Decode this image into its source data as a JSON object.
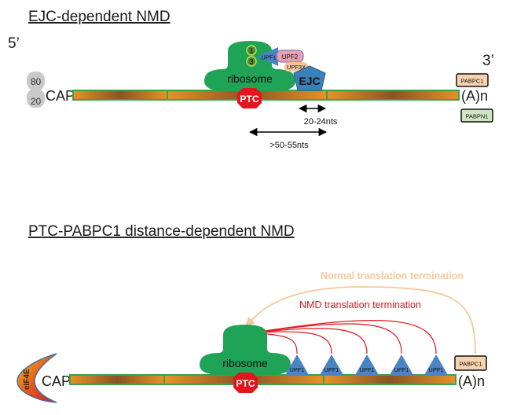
{
  "panel1": {
    "title": "EJC-dependent NMD",
    "five_prime": "5’",
    "three_prime": "3’",
    "cbc_80": "80",
    "cbc_20": "20",
    "cap": "CAP",
    "ribosome": "ribosome",
    "ptc": "PTC",
    "upf1": "UPF1",
    "upf2": "UPF2",
    "upf3x": "UPF3X",
    "eif_1": "1",
    "eif_3": "3",
    "ejc": "EJC",
    "poly_a": "(A)n",
    "pabpc1": "PABPC1",
    "pabpn1": "PABPN1",
    "distance_short": "20-24nts",
    "distance_long": ">50-55nts"
  },
  "panel2": {
    "title": "PTC-PABPC1 distance-dependent NMD",
    "normal_termination": "Normal translation termination",
    "nmd_termination": "NMD translation termination",
    "eif4e": "eIF4E",
    "cap": "CAP",
    "ribosome": "ribosome",
    "ptc": "PTC",
    "upf1_labels": [
      "UPF1",
      "UPF1",
      "UPF1",
      "UPF1",
      "UPF1"
    ],
    "poly_a": "(A)n",
    "pabpc1": "PABPC1"
  },
  "colors": {
    "mrna_orange": "#e8912a",
    "mrna_brown": "#8a5424",
    "mrna_border": "#3aa34a",
    "ribosome_green": "#1fa356",
    "ptc_red": "#e3141b",
    "ejc_blue": "#3b80b8",
    "upf1_blue": "#4a84c4",
    "upf2_pink": "#e9a0b4",
    "upf3x_peach": "#f5c49c",
    "pabpc1_fill": "#f7d2b0",
    "pabpn1_fill": "#cfe6c2",
    "cbc_fill": "#c9c9c9",
    "normal_arrow": "#f5c99a",
    "nmd_arrow": "#e3141b"
  }
}
